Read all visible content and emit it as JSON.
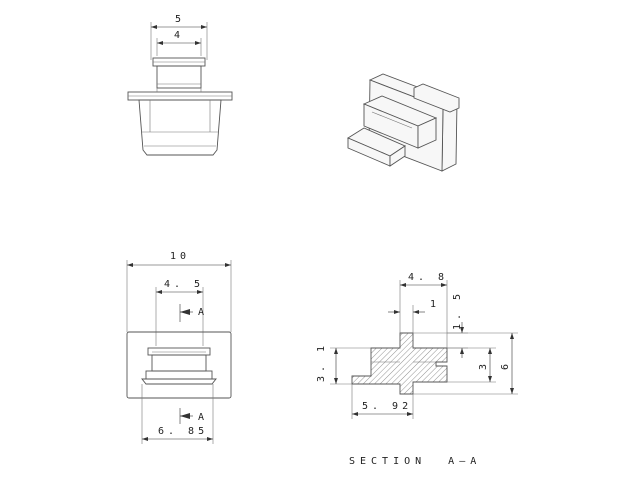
{
  "top_view": {
    "dims": {
      "outer_width": "5",
      "inner_width": "4"
    }
  },
  "front_view": {
    "dims": {
      "overall_width": "10",
      "center_width": "4. 5",
      "offset_width": "6. 85"
    },
    "section_marker_top": "A",
    "section_marker_bottom": "A"
  },
  "section_view": {
    "dims": {
      "top_width": "4. 8",
      "step_width": "1",
      "flange_thickness": "1. 5",
      "left_height": "3. 1",
      "inner_height": "3",
      "overall_height": "6",
      "bottom_width": "5. 92"
    },
    "caption": "SECTION  A–A"
  }
}
